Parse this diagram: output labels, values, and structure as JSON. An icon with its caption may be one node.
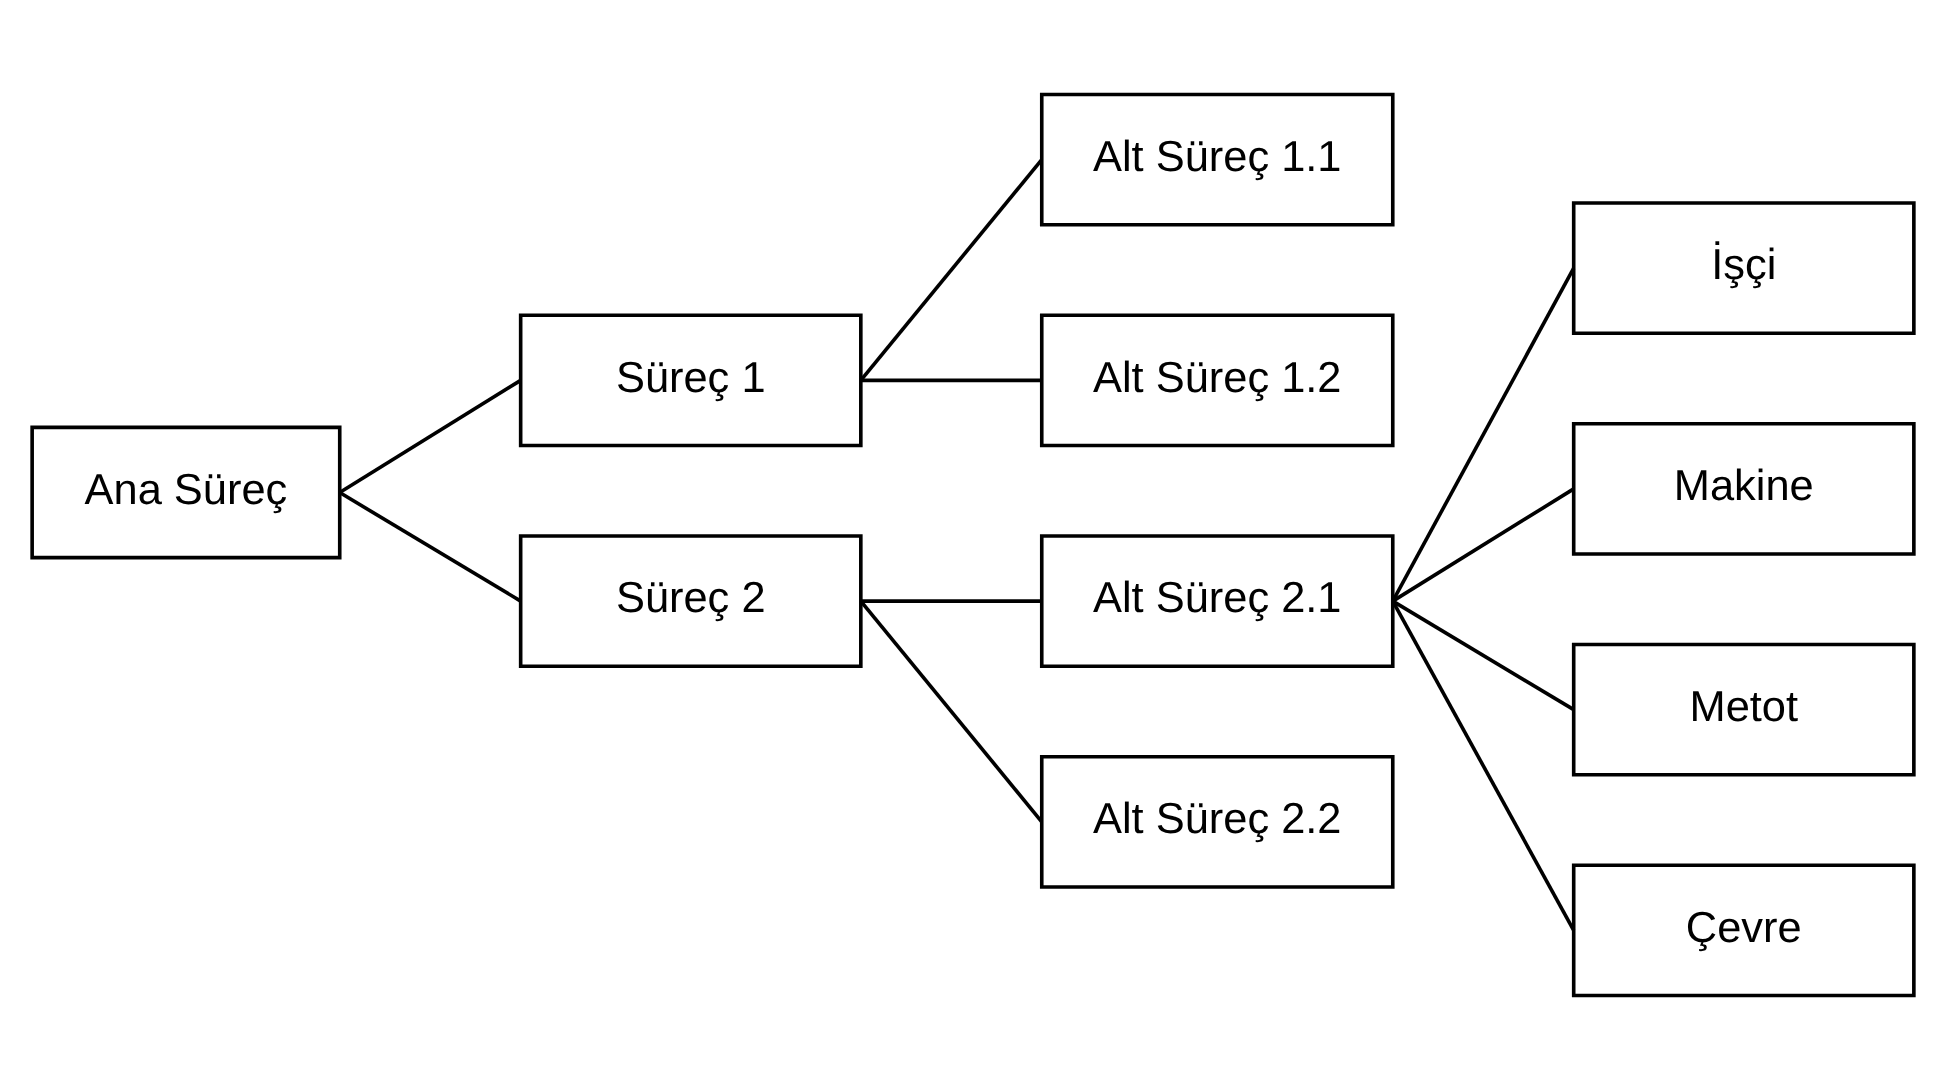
{
  "diagram": {
    "nodes": [
      {
        "text": [
          "Ana Süreç"
        ]
      },
      {
        "text": [
          "Süreç 1"
        ]
      },
      {
        "text": [
          "Süreç 2"
        ]
      },
      {
        "text": [
          "Alt Süreç 1.1"
        ]
      },
      {
        "text": [
          "Alt Süreç 1.2"
        ]
      },
      {
        "text": [
          "Alt Süreç 2.1"
        ]
      },
      {
        "text": [
          "Alt Süreç 2.2"
        ]
      },
      {
        "text": [
          "İşçi"
        ]
      },
      {
        "text": [
          "Makine"
        ]
      },
      {
        "text": [
          "Metot"
        ]
      },
      {
        "text": [
          "Çevre"
        ]
      }
    ],
    "edges": [
      {
        "from": 0,
        "to": 1,
        "arrow": "none"
      },
      {
        "from": 0,
        "to": 2,
        "arrow": "none"
      },
      {
        "from": 1,
        "to": 3,
        "arrow": "none"
      },
      {
        "from": 1,
        "to": 4,
        "arrow": "none"
      },
      {
        "from": 2,
        "to": 5,
        "arrow": "none"
      },
      {
        "from": 2,
        "to": 6,
        "arrow": "none"
      },
      {
        "from": 5,
        "to": 7,
        "arrow": "none"
      },
      {
        "from": 5,
        "to": 8,
        "arrow": "none"
      },
      {
        "from": 5,
        "to": 9,
        "arrow": "none"
      },
      {
        "from": 5,
        "to": 10,
        "arrow": "none"
      }
    ]
  }
}
